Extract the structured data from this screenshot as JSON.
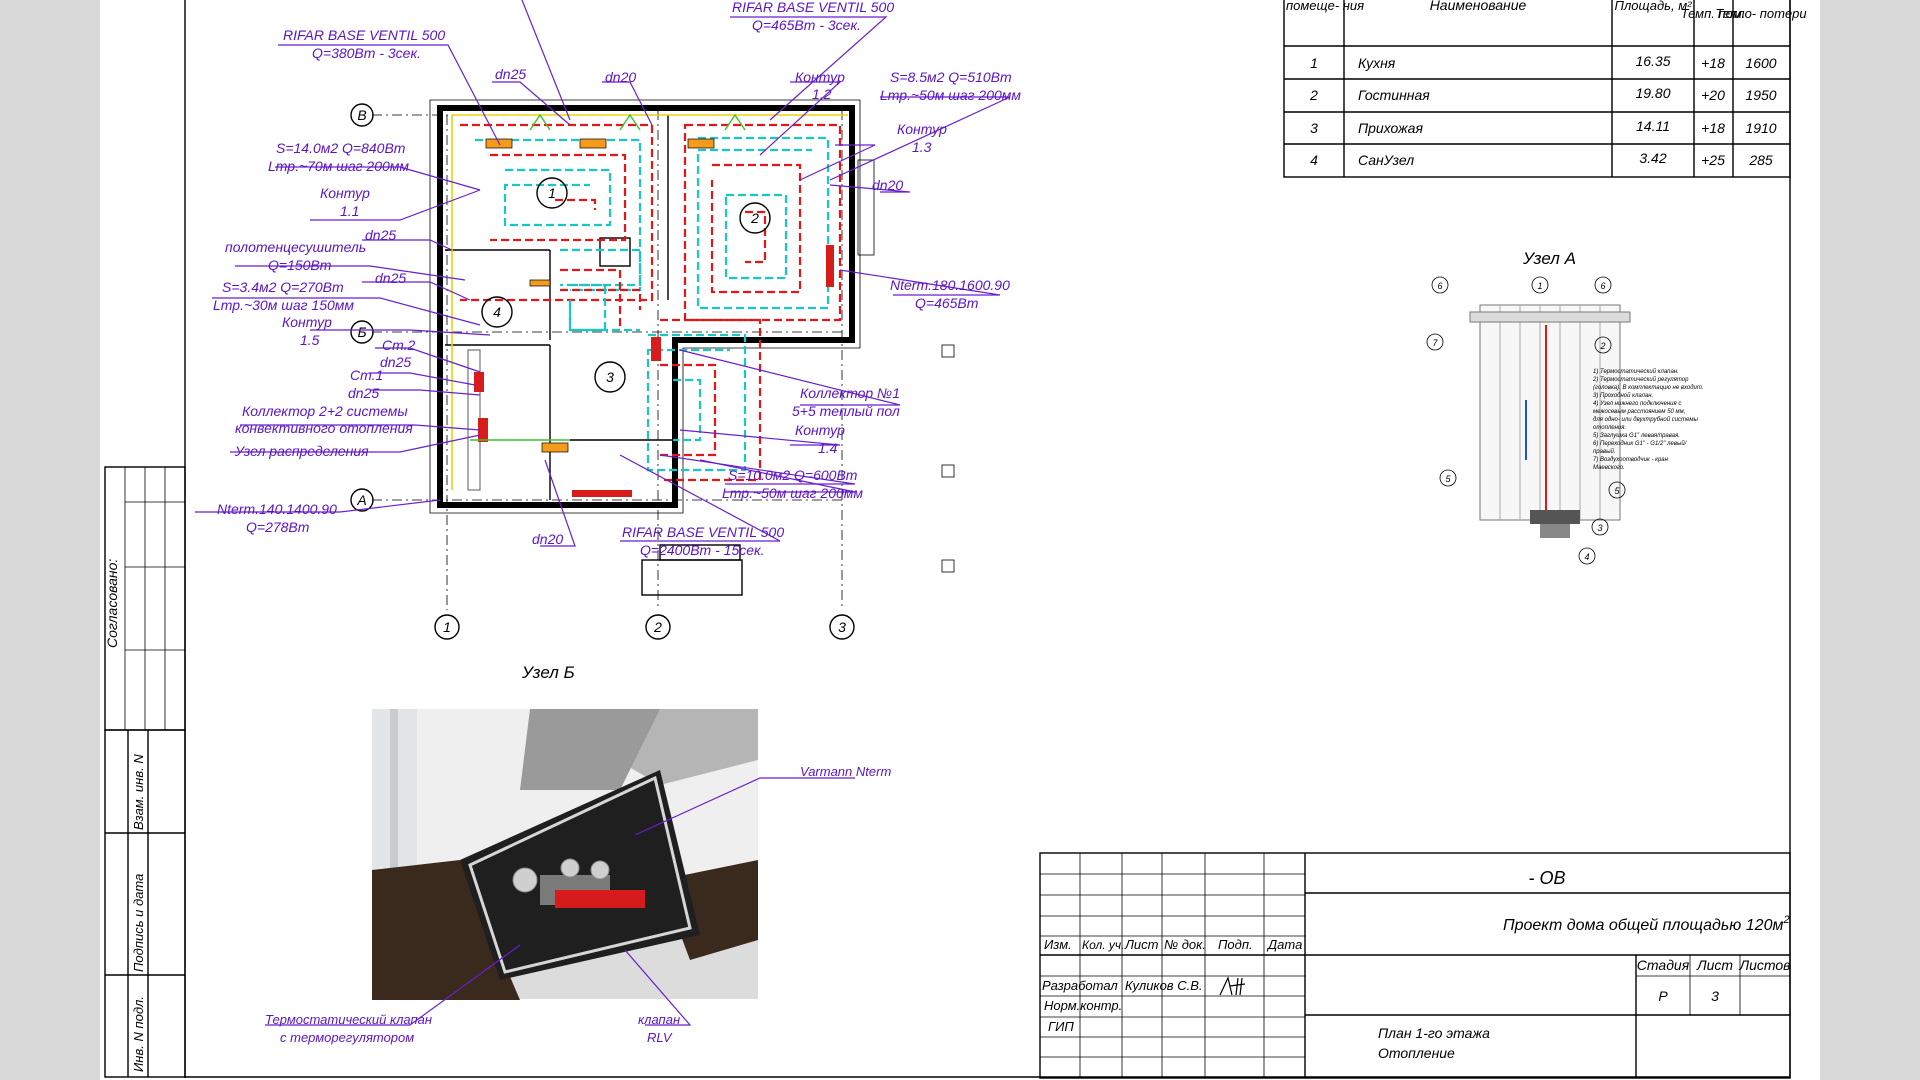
{
  "side_stamp": {
    "agreed": "Согласовано:",
    "vzam": "Взам. инв. N",
    "sign": "Подпись и дата",
    "inv": "Инв. N подл."
  },
  "axes": {
    "B": "В",
    "Bs": "Б",
    "A": "А",
    "n1": "1",
    "n2": "2",
    "n3": "3"
  },
  "rooms_nums": {
    "r1": "1",
    "r2": "2",
    "r3": "3",
    "r4": "4"
  },
  "labels": {
    "rad1_a": "RIFAR BASE VENTIL 500",
    "rad1_b": "Q=380Вт - 3сек.",
    "rad2_a": "RIFAR BASE VENTIL 500",
    "rad2_b": "Q=465Вт - 3сек.",
    "dn25_top": "dn25",
    "dn20_top": "dn20",
    "kont12_a": "Контур",
    "kont12_b": "1.2",
    "s85_a": "S=8.5м2 Q=510Вт",
    "s85_b": "Lтр.~50м шаг 200мм",
    "s14_a": "S=14.0м2 Q=840Вт",
    "s14_b": "Lтр.~70м шаг 200мм",
    "kont11_a": "Контур",
    "kont11_b": "1.1",
    "kont13_a": "Контур",
    "kont13_b": "1.3",
    "dn20_right": "dn20",
    "dn25_mid": "dn25",
    "towel_a": "полотенцесушитель",
    "towel_b": "Q=150Вт",
    "dn25_mid2": "dn25",
    "s34_a": "S=3.4м2 Q=270Вт",
    "s34_b": "Lтр.~30м шаг 150мм",
    "kont15_a": "Контур",
    "kont15_b": "1.5",
    "nterm180_a": "Nterm.180.1600.90",
    "nterm180_b": "Q=465Вт",
    "st2": "Ст.2",
    "dn25_st2": "dn25",
    "st1": "Ст.1",
    "dn25_st1": "dn25",
    "coll22_a": "Коллектор 2+2 системы",
    "coll22_b": "конвективного отопления",
    "uzel_rasp": "Узел распределения",
    "coll1_a": "Коллектор №1",
    "coll1_b": "5+5 теплый пол",
    "kont14_a": "Контур",
    "kont14_b": "1.4",
    "s10_a": "S=10.0м2 Q=600Вт",
    "s10_b": "Lтр.~50м шаг 200мм",
    "nterm140_a": "Nterm.140.1400.90",
    "nterm140_b": "Q=278Вт",
    "rad3_a": "RIFAR BASE VENTIL 500",
    "rad3_b": "Q=2400Вт - 15сек.",
    "dn20_bottom": "dn20"
  },
  "uzel_b": {
    "title": "Узел Б",
    "varmann": "Varmann Nterm",
    "thermo_a": "Термостатический клапан",
    "thermo_b": "с терморегулятором",
    "valve_a": "клапан",
    "valve_b": "RLV"
  },
  "uzel_a": {
    "title": "Узел А",
    "callouts": [
      "1",
      "2",
      "3",
      "4",
      "5",
      "6",
      "7",
      "5",
      "6"
    ],
    "legend": [
      "1) Термостатический клапан.",
      "2) Термостатический регулятор",
      "(головка). В комплектацию не входит.",
      "3) Проходной клапан.",
      "4) Узел нижнего подключения с",
      "межосевым расстоянием 50 мм,",
      "для одно- или двухтрубной системы",
      "отопления.",
      "5) Заглушка G1\" левая/правая.",
      "6) Переходник G1\" - G1/2\" левый/",
      "правый.",
      "7) Воздухоотводчик - кран",
      "Маевского."
    ]
  },
  "table": {
    "headers": [
      "помеще-\nния",
      "Наименование",
      "Площадь, м²",
      "Темп.\nпом.",
      "Тепло-\nпотери"
    ],
    "rows": [
      [
        "1",
        "Кухня",
        "16.35",
        "+18",
        "1600"
      ],
      [
        "2",
        "Гостинная",
        "19.80",
        "+20",
        "1950"
      ],
      [
        "3",
        "Прихожая",
        "14.11",
        "+18",
        "1910"
      ],
      [
        "4",
        "СанУзел",
        "3.42",
        "+25",
        "285"
      ]
    ]
  },
  "titleblock": {
    "code": "- ОВ",
    "project": "Проект дома общей площадью 120м",
    "project_sup": "2",
    "cols": [
      "Изм.",
      "Кол. уч.",
      "Лист",
      "№ док.",
      "Подп.",
      "Дата"
    ],
    "razrab": "Разработал",
    "razrab_name": "Куликов С.В.",
    "norm": "Норм.контр.",
    "gip": "ГИП",
    "stage_h": "Стадия",
    "sheet_h": "Лист",
    "sheets_h": "Листов",
    "stage": "Р",
    "sheet": "3",
    "plan_a": "План 1-го этажа",
    "plan_b": "Отопление"
  }
}
